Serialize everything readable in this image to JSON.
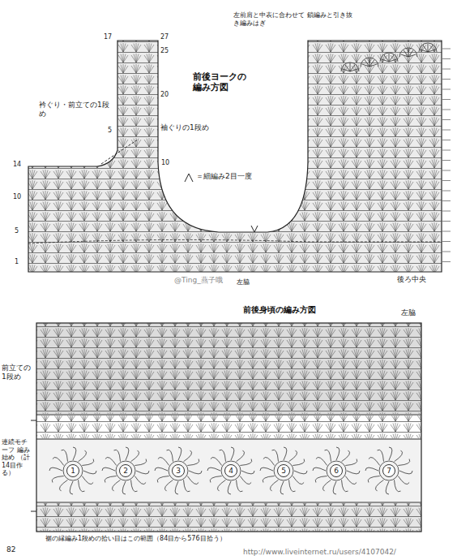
{
  "diagram": {
    "nodes": [
      {
        "text": [
          "1"
        ]
      },
      {
        "text": [
          "2"
        ]
      },
      {
        "text": [
          "3"
        ]
      },
      {
        "text": [
          "4"
        ]
      },
      {
        "text": [
          "5"
        ]
      },
      {
        "text": [
          "6"
        ]
      },
      {
        "text": [
          "7"
        ]
      }
    ],
    "labels": [
      "前後ヨークの 編み方図",
      "左前肩と中表に合わせて 鎖編みと引き抜き編みはぎ",
      "衿ぐり・前立ての1段め",
      "袖ぐりの1段め",
      "＝細編み2目一度",
      "後ろ中央",
      "@Ting_燕子哦",
      "左脇",
      "前後身頃の編み方図",
      "左脇",
      "前立ての1段め",
      "連続モチーフ 編み始め （計14目作る）",
      "裾の縁編み1段めの拾い目はこの範囲（84目から576目拾う）",
      "82",
      "http://www.liveinternet.ru/users/4107042/",
      "17",
      "27",
      "25",
      "20",
      "5",
      "10",
      "14",
      "10",
      "5",
      "1"
    ]
  }
}
